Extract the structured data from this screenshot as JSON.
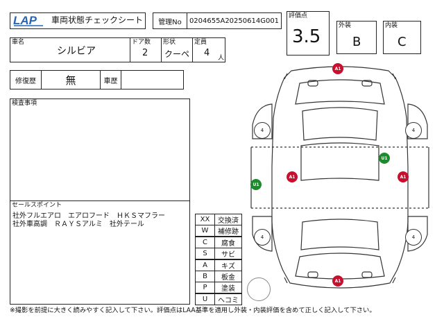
{
  "header": {
    "logo_text": "LAP",
    "title": "車両状態チェックシート",
    "mgmt_label": "管理No",
    "mgmt_value": "0204655A20250614G001"
  },
  "vehicle": {
    "name_label": "車名",
    "name_value": "シルビア",
    "doors_label": "ドア数",
    "doors_value": "2",
    "shape_label": "形状",
    "shape_value": "クーペ",
    "capacity_label": "定員",
    "capacity_value": "4",
    "capacity_unit": "人"
  },
  "grades": {
    "overall_label": "評価点",
    "overall_value": "3.5",
    "exterior_label": "外装",
    "exterior_value": "B",
    "interior_label": "内装",
    "interior_value": "C"
  },
  "history": {
    "repair_label": "修復歴",
    "repair_value": "無",
    "age_label": "車歴",
    "age_value": ""
  },
  "inspection": {
    "label": "検査事項"
  },
  "selling": {
    "label": "セールスポイント",
    "line1": "社外フルエアロ　エアロフード　ＨＫＳマフラー",
    "line2": "社外車高調　ＲＡＹＳアルミ　社外テール"
  },
  "legend": [
    {
      "code": "XX",
      "meaning": "交換済"
    },
    {
      "code": "W",
      "meaning": "補修跡"
    },
    {
      "code": "C",
      "meaning": "腐食"
    },
    {
      "code": "S",
      "meaning": "サビ"
    },
    {
      "code": "A",
      "meaning": "キズ"
    },
    {
      "code": "B",
      "meaning": "板金"
    },
    {
      "code": "P",
      "meaning": "塗装"
    },
    {
      "code": "U",
      "meaning": "ヘコミ"
    }
  ],
  "diagram": {
    "marks": [
      {
        "code": "A1",
        "color": "#c8102e"
      },
      {
        "code": "A1",
        "color": "#c8102e"
      },
      {
        "code": "A1",
        "color": "#c8102e"
      },
      {
        "code": "A1",
        "color": "#c8102e"
      },
      {
        "code": "U1",
        "color": "#1e8a2e"
      },
      {
        "code": "U1",
        "color": "#1e8a2e"
      }
    ],
    "tires": [
      "4",
      "4",
      "4",
      "4"
    ]
  },
  "footer": {
    "note": "※撮影を前提に大きく読みやすく記入して下さい。評価点はLAA基準を適用し外装・内装評価を含めて正しく記入して下さい。"
  }
}
